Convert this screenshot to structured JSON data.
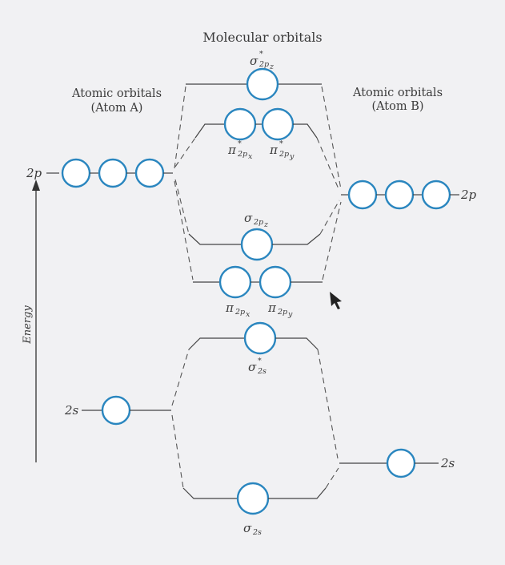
{
  "title": "Molecular orbitals",
  "atom_a": {
    "line1": "Atomic orbitals",
    "line2": "(Atom A)"
  },
  "atom_b": {
    "line1": "Atomic orbitals",
    "line2": "(Atom B)"
  },
  "energy_axis": "Energy",
  "labels": {
    "sigma_2pz_star": {
      "sym": "σ",
      "sup": "*",
      "sub": "2p",
      "subsub": "z"
    },
    "pi_2px_star": {
      "sym": "π",
      "sup": "*",
      "sub": "2p",
      "subsub": "x"
    },
    "pi_2py_star": {
      "sym": "π",
      "sup": "*",
      "sub": "2p",
      "subsub": "y"
    },
    "sigma_2pz": {
      "sym": "σ",
      "sup": "",
      "sub": "2p",
      "subsub": "z"
    },
    "pi_2px": {
      "sym": "π",
      "sup": "",
      "sub": "2p",
      "subsub": "x"
    },
    "pi_2py": {
      "sym": "π",
      "sup": "",
      "sub": "2p",
      "subsub": "y"
    },
    "sigma_2s_star": {
      "sym": "σ",
      "sup": "*",
      "sub": "2s",
      "subsub": ""
    },
    "sigma_2s": {
      "sym": "σ",
      "sup": "",
      "sub": "2s",
      "subsub": ""
    }
  },
  "atomic_labels": {
    "a_2p": "2p",
    "a_2s": "2s",
    "b_2p": "2p",
    "b_2s": "2s"
  },
  "colors": {
    "orbital_stroke": "#2a86bf",
    "line": "#444444",
    "background": "#f1f1f3"
  }
}
